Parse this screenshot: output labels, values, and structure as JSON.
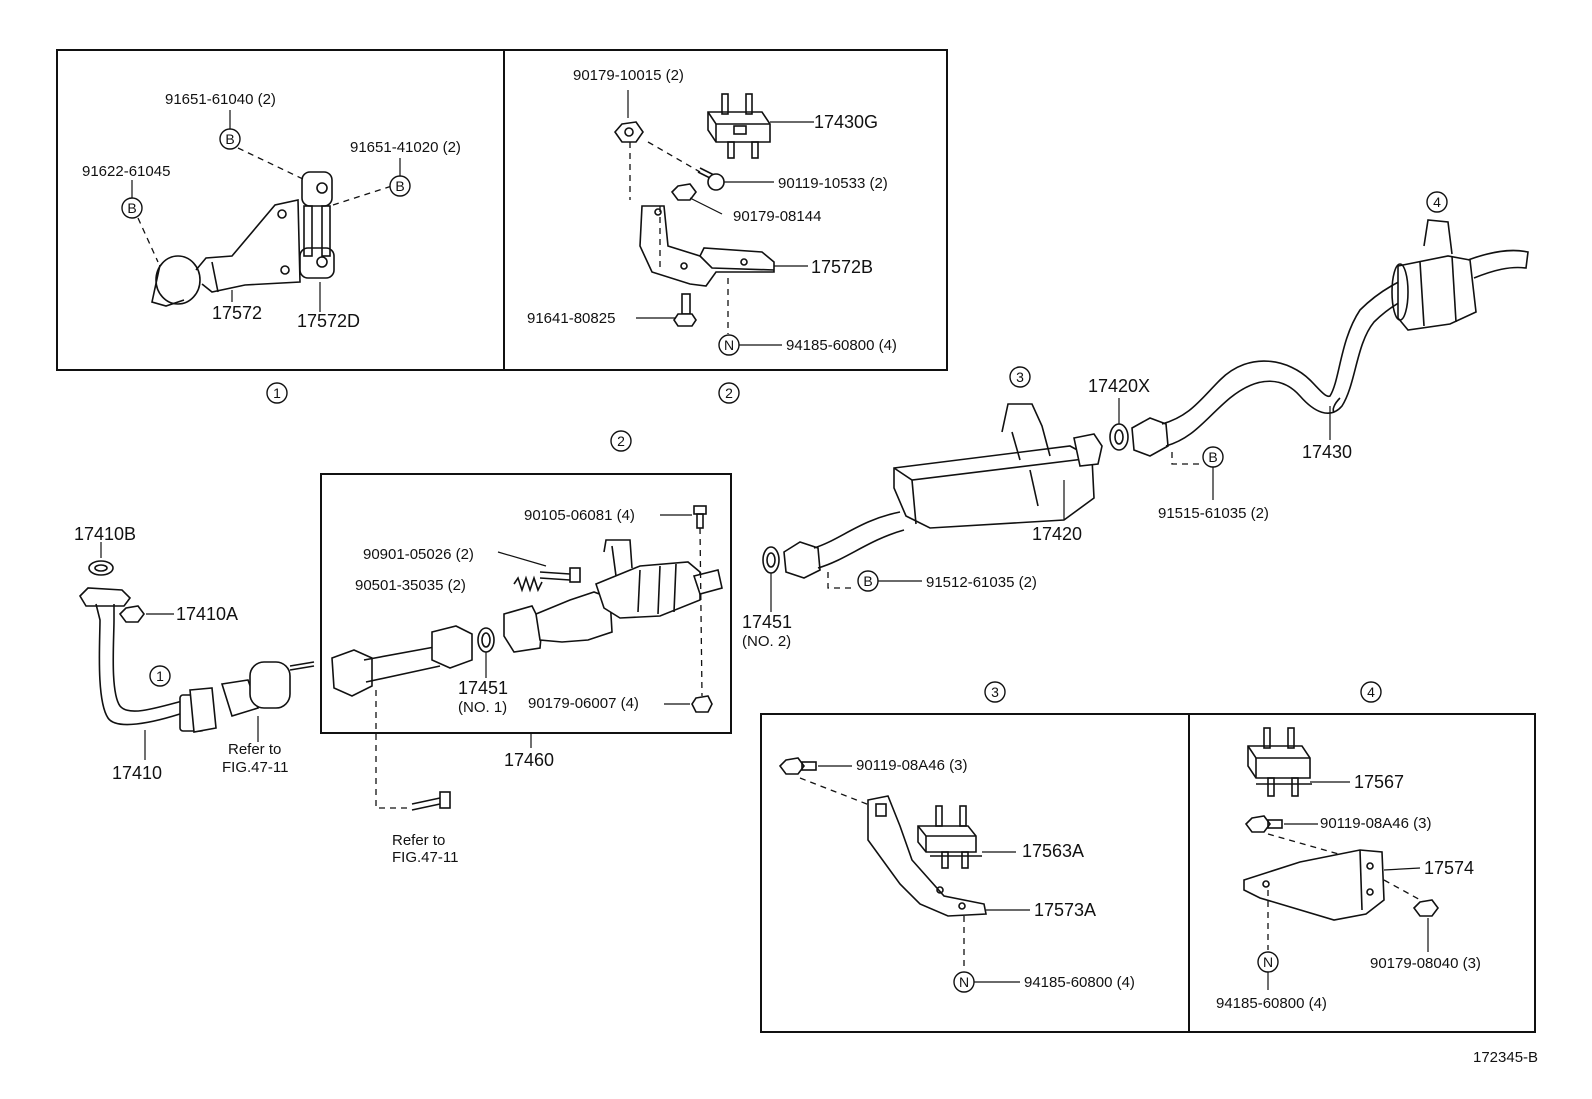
{
  "figure_code": "172345-B",
  "callouts": {
    "one": "1",
    "two": "2",
    "three": "3",
    "four": "4",
    "b": "B",
    "n": "N"
  },
  "parts": {
    "p91651_61040": "91651-61040 (2)",
    "p91651_41020": "91651-41020 (2)",
    "p91622_61045": "91622-61045",
    "p17572": "17572",
    "p17572D": "17572D",
    "p90179_10015": "90179-10015 (2)",
    "p17430G": "17430G",
    "p90119_10533": "90119-10533 (2)",
    "p90179_08144": "90179-08144",
    "p17572B": "17572B",
    "p91641_80825": "91641-80825",
    "p94185_60800_a": "94185-60800 (4)",
    "p17420X": "17420X",
    "p17430": "17430",
    "p17420": "17420",
    "p91515_61035": "91515-61035 (2)",
    "p17410B": "17410B",
    "p17410A": "17410A",
    "p17410": "17410",
    "p90105_06081": "90105-06081 (4)",
    "p90901_05026": "90901-05026 (2)",
    "p90501_35035": "90501-35035 (2)",
    "p17451_a": "17451",
    "no1": "(NO. 1)",
    "p90179_06007": "90179-06007 (4)",
    "p17460": "17460",
    "p17451_b": "17451",
    "no2": "(NO. 2)",
    "p91512_61035": "91512-61035 (2)",
    "p90119_08A46_a": "90119-08A46 (3)",
    "p17563A": "17563A",
    "p17573A": "17573A",
    "p94185_60800_b": "94185-60800 (4)",
    "p17567": "17567",
    "p90119_08A46_b": "90119-08A46 (3)",
    "p17574": "17574",
    "p90179_08040": "90179-08040 (3)",
    "p94185_60800_c": "94185-60800 (4)"
  },
  "notes": {
    "refer_to": "Refer to",
    "fig": "FIG.47-11"
  }
}
